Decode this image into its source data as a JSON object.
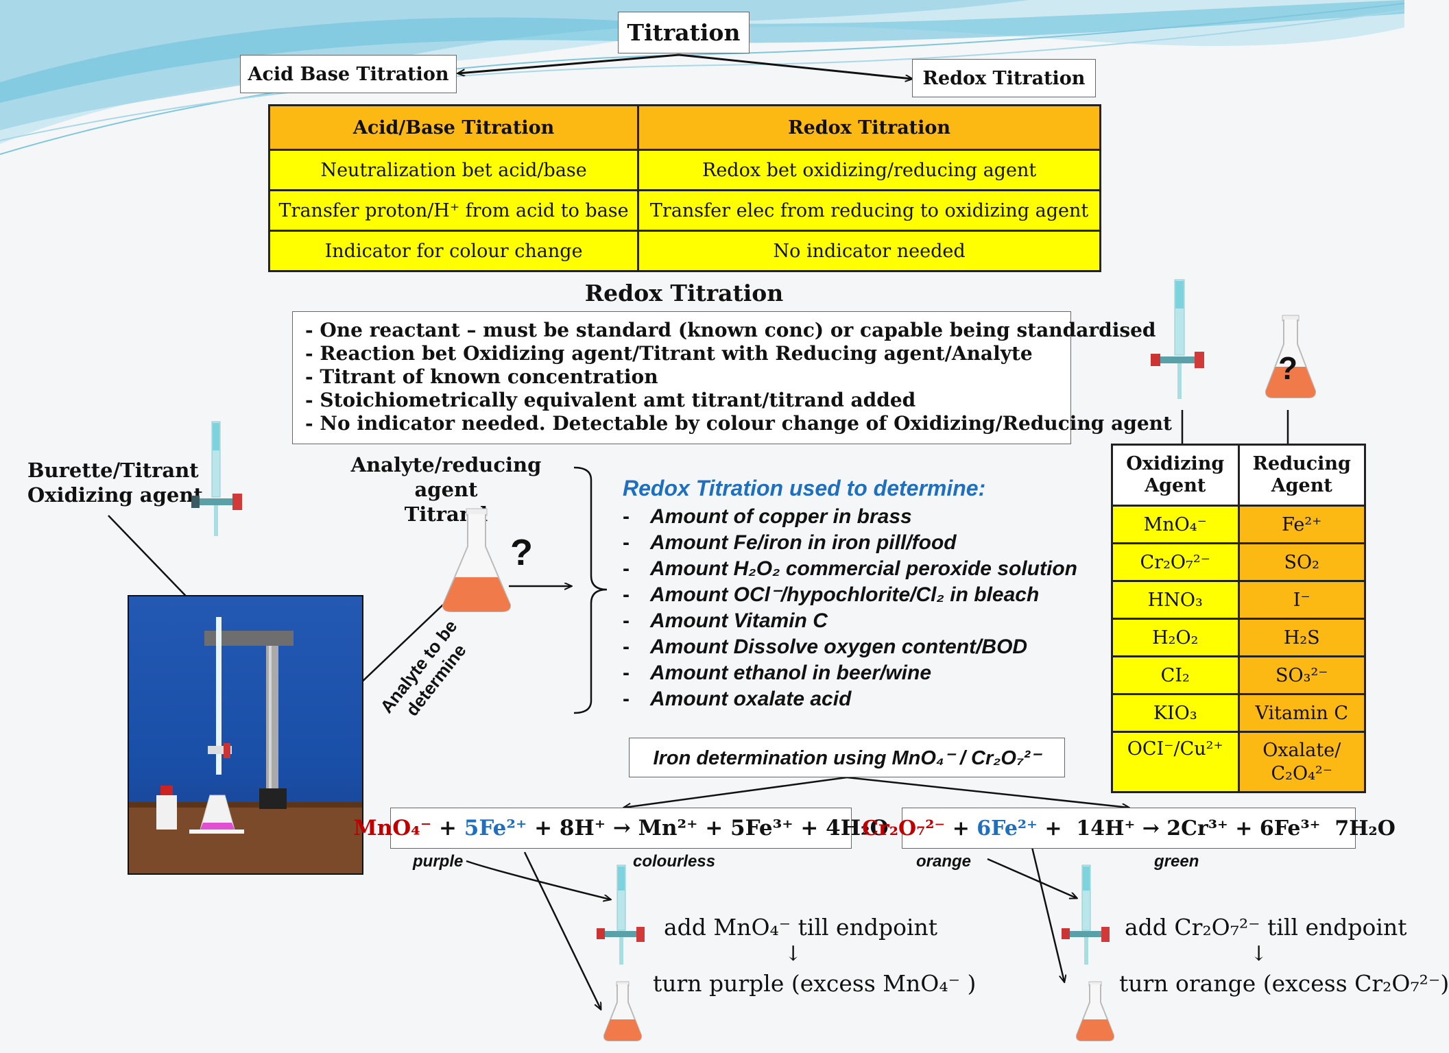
{
  "title": "Titration",
  "branches": {
    "left": "Acid Base Titration",
    "right": "Redox Titration"
  },
  "comparison": {
    "headers": [
      "Acid/Base Titration",
      "Redox Titration"
    ],
    "rows": [
      [
        "Neutralization bet acid/base",
        "Redox bet oxidizing/reducing agent"
      ],
      [
        "Transfer proton/H⁺ from acid to base",
        "Transfer elec from reducing to oxidizing agent"
      ],
      [
        "Indicator for colour change",
        "No indicator needed"
      ]
    ]
  },
  "redox_heading": "Redox Titration",
  "redox_points": [
    "- One reactant – must be standard (known conc) or capable being standardised",
    "- Reaction bet Oxidizing agent/Titrant with Reducing agent/Analyte",
    "- Titrant of known concentration",
    "- Stoichiometrically equivalent amt titrant/titrand added",
    "- No indicator needed. Detectable by colour change of Oxidizing/Reducing agent"
  ],
  "burette_label": {
    "line1": "Burette/Titrant",
    "line2": "Oxidizing agent"
  },
  "analyte_label": {
    "line1": "Analyte/reducing agent",
    "line2": "Titrand"
  },
  "analyte_rotated": {
    "line1": "Analyte to be",
    "line2": "determine"
  },
  "question_mark": "?",
  "uses": {
    "heading": "Redox Titration used to determine:",
    "dash": "-",
    "items": [
      "Amount of copper in brass",
      "Amount Fe/iron in iron pill/food",
      "Amount H₂O₂ commercial peroxide solution",
      "Amount OCl⁻/hypochlorite/Cl₂ in bleach",
      "Amount Vitamin C",
      "Amount Dissolve oxygen content/BOD",
      "Amount ethanol in beer/wine",
      "Amount oxalate acid"
    ]
  },
  "agents": {
    "headers": [
      "Oxidizing Agent",
      "Reducing Agent"
    ],
    "rows": [
      [
        "MnO₄⁻",
        "Fe²⁺"
      ],
      [
        "Cr₂O₇²⁻",
        "SO₂"
      ],
      [
        "HNO₃",
        "I⁻"
      ],
      [
        "H₂O₂",
        "H₂S"
      ],
      [
        "CI₂",
        "SO₃²⁻"
      ],
      [
        "KIO₃",
        "Vitamin C"
      ],
      [
        "OCI⁻/Cu²⁺",
        "Oxalate/ C₂O₄²⁻"
      ]
    ]
  },
  "iron_heading": "Iron determination using MnO₄⁻ / Cr₂O₇²⁻",
  "eq_left": {
    "oxidant": "MnO₄⁻",
    "plus1": " + ",
    "iron": "5Fe²⁺",
    "rest": " + 8H⁺ → Mn²⁺ + 5Fe³⁺ + 4H₂O",
    "label_from": "purple",
    "label_to": "colourless",
    "step1": "add MnO₄⁻ till endpoint",
    "arrow": "↓",
    "step2": "turn purple (excess MnO₄⁻ )"
  },
  "eq_right": {
    "oxidant": "Cr₂O₇²⁻",
    "plus1": " + ",
    "iron": "6Fe²⁺",
    "rest": " +  14H⁺ → 2Cr³⁺ + 6Fe³⁺  7H₂O",
    "label_from": "orange",
    "label_to": "green",
    "step1": "add Cr₂O₇²⁻ till endpoint",
    "arrow": "↓",
    "step2": "turn orange (excess Cr₂O₇²⁻)"
  },
  "colors": {
    "table_header": "#fdb913",
    "table_cell": "#ffff00",
    "heading_blue": "#1f6fc0",
    "oxidant_red": "#c00000",
    "photo_blue": "#1a4fa8"
  }
}
